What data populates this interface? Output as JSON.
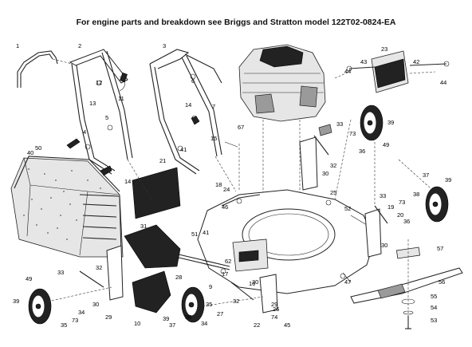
{
  "header": {
    "title": "For engine parts and breakdown see Briggs and Stratton model 122T02-0824-EA"
  },
  "diagram": {
    "callouts": [
      {
        "id": "c1",
        "text": "1"
      },
      {
        "id": "c2",
        "text": "2"
      },
      {
        "id": "c3",
        "text": "3"
      },
      {
        "id": "c4",
        "text": "4"
      },
      {
        "id": "c5",
        "text": "5"
      },
      {
        "id": "c6",
        "text": "6"
      },
      {
        "id": "c7",
        "text": "7"
      },
      {
        "id": "c9",
        "text": "9"
      },
      {
        "id": "c10",
        "text": "10"
      },
      {
        "id": "c11",
        "text": "11"
      },
      {
        "id": "c12",
        "text": "12"
      },
      {
        "id": "c13",
        "text": "13"
      },
      {
        "id": "c14a",
        "text": "14"
      },
      {
        "id": "c14b",
        "text": "14"
      },
      {
        "id": "c15",
        "text": "15"
      },
      {
        "id": "c16",
        "text": "16"
      },
      {
        "id": "c17",
        "text": "17"
      },
      {
        "id": "c18",
        "text": "18"
      },
      {
        "id": "c19",
        "text": "19"
      },
      {
        "id": "c20",
        "text": "20"
      },
      {
        "id": "c21",
        "text": "21"
      },
      {
        "id": "c22",
        "text": "22"
      },
      {
        "id": "c23",
        "text": "23"
      },
      {
        "id": "c24",
        "text": "24"
      },
      {
        "id": "c25",
        "text": "25"
      },
      {
        "id": "c26",
        "text": "26"
      },
      {
        "id": "c27",
        "text": "27"
      },
      {
        "id": "c28",
        "text": "28"
      },
      {
        "id": "c29a",
        "text": "29"
      },
      {
        "id": "c29b",
        "text": "29"
      },
      {
        "id": "c30a",
        "text": "30"
      },
      {
        "id": "c30b",
        "text": "30"
      },
      {
        "id": "c30c",
        "text": "30"
      },
      {
        "id": "c30d",
        "text": "30"
      },
      {
        "id": "c31",
        "text": "31"
      },
      {
        "id": "c32a",
        "text": "32"
      },
      {
        "id": "c32b",
        "text": "32"
      },
      {
        "id": "c32c",
        "text": "32"
      },
      {
        "id": "c33a",
        "text": "33"
      },
      {
        "id": "c33b",
        "text": "33"
      },
      {
        "id": "c33c",
        "text": "33"
      },
      {
        "id": "c34a",
        "text": "34"
      },
      {
        "id": "c34b",
        "text": "34"
      },
      {
        "id": "c35a",
        "text": "35"
      },
      {
        "id": "c35b",
        "text": "35"
      },
      {
        "id": "c36a",
        "text": "36"
      },
      {
        "id": "c36b",
        "text": "36"
      },
      {
        "id": "c37a",
        "text": "37"
      },
      {
        "id": "c37b",
        "text": "37"
      },
      {
        "id": "c38a",
        "text": "38"
      },
      {
        "id": "c38b",
        "text": "38"
      },
      {
        "id": "c39a",
        "text": "39"
      },
      {
        "id": "c39b",
        "text": "39"
      },
      {
        "id": "c39c",
        "text": "39"
      },
      {
        "id": "c39d",
        "text": "39"
      },
      {
        "id": "c40",
        "text": "40"
      },
      {
        "id": "c41a",
        "text": "41"
      },
      {
        "id": "c41b",
        "text": "41"
      },
      {
        "id": "c42",
        "text": "42"
      },
      {
        "id": "c43",
        "text": "43"
      },
      {
        "id": "c44a",
        "text": "44"
      },
      {
        "id": "c44b",
        "text": "44"
      },
      {
        "id": "c45",
        "text": "45"
      },
      {
        "id": "c46",
        "text": "46"
      },
      {
        "id": "c47",
        "text": "47"
      },
      {
        "id": "c49a",
        "text": "49"
      },
      {
        "id": "c49b",
        "text": "49"
      },
      {
        "id": "c50",
        "text": "50"
      },
      {
        "id": "c51",
        "text": "51"
      },
      {
        "id": "c52",
        "text": "52"
      },
      {
        "id": "c53",
        "text": "53"
      },
      {
        "id": "c54",
        "text": "54"
      },
      {
        "id": "c55",
        "text": "55"
      },
      {
        "id": "c56",
        "text": "56"
      },
      {
        "id": "c57",
        "text": "57"
      },
      {
        "id": "c62",
        "text": "62"
      },
      {
        "id": "c67",
        "text": "67"
      },
      {
        "id": "c73a",
        "text": "73"
      },
      {
        "id": "c73b",
        "text": "73"
      },
      {
        "id": "c73c",
        "text": "73"
      },
      {
        "id": "c74",
        "text": "74"
      }
    ]
  }
}
